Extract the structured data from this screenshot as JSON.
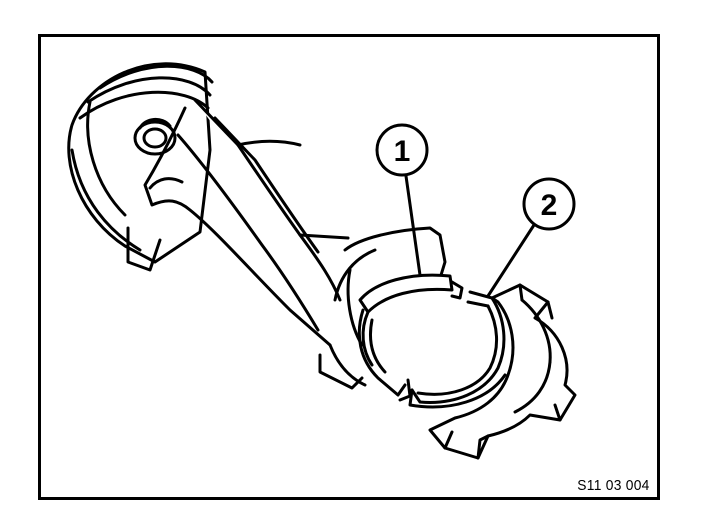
{
  "figure": {
    "code": "S11 03 004"
  },
  "callouts": [
    {
      "number": "1"
    },
    {
      "number": "2"
    }
  ],
  "colors": {
    "ink": "#000000",
    "paper": "#ffffff"
  },
  "icons": [
    "piston-icon",
    "connecting-rod-icon",
    "bearing-shell-icon",
    "bearing-cap-icon"
  ]
}
